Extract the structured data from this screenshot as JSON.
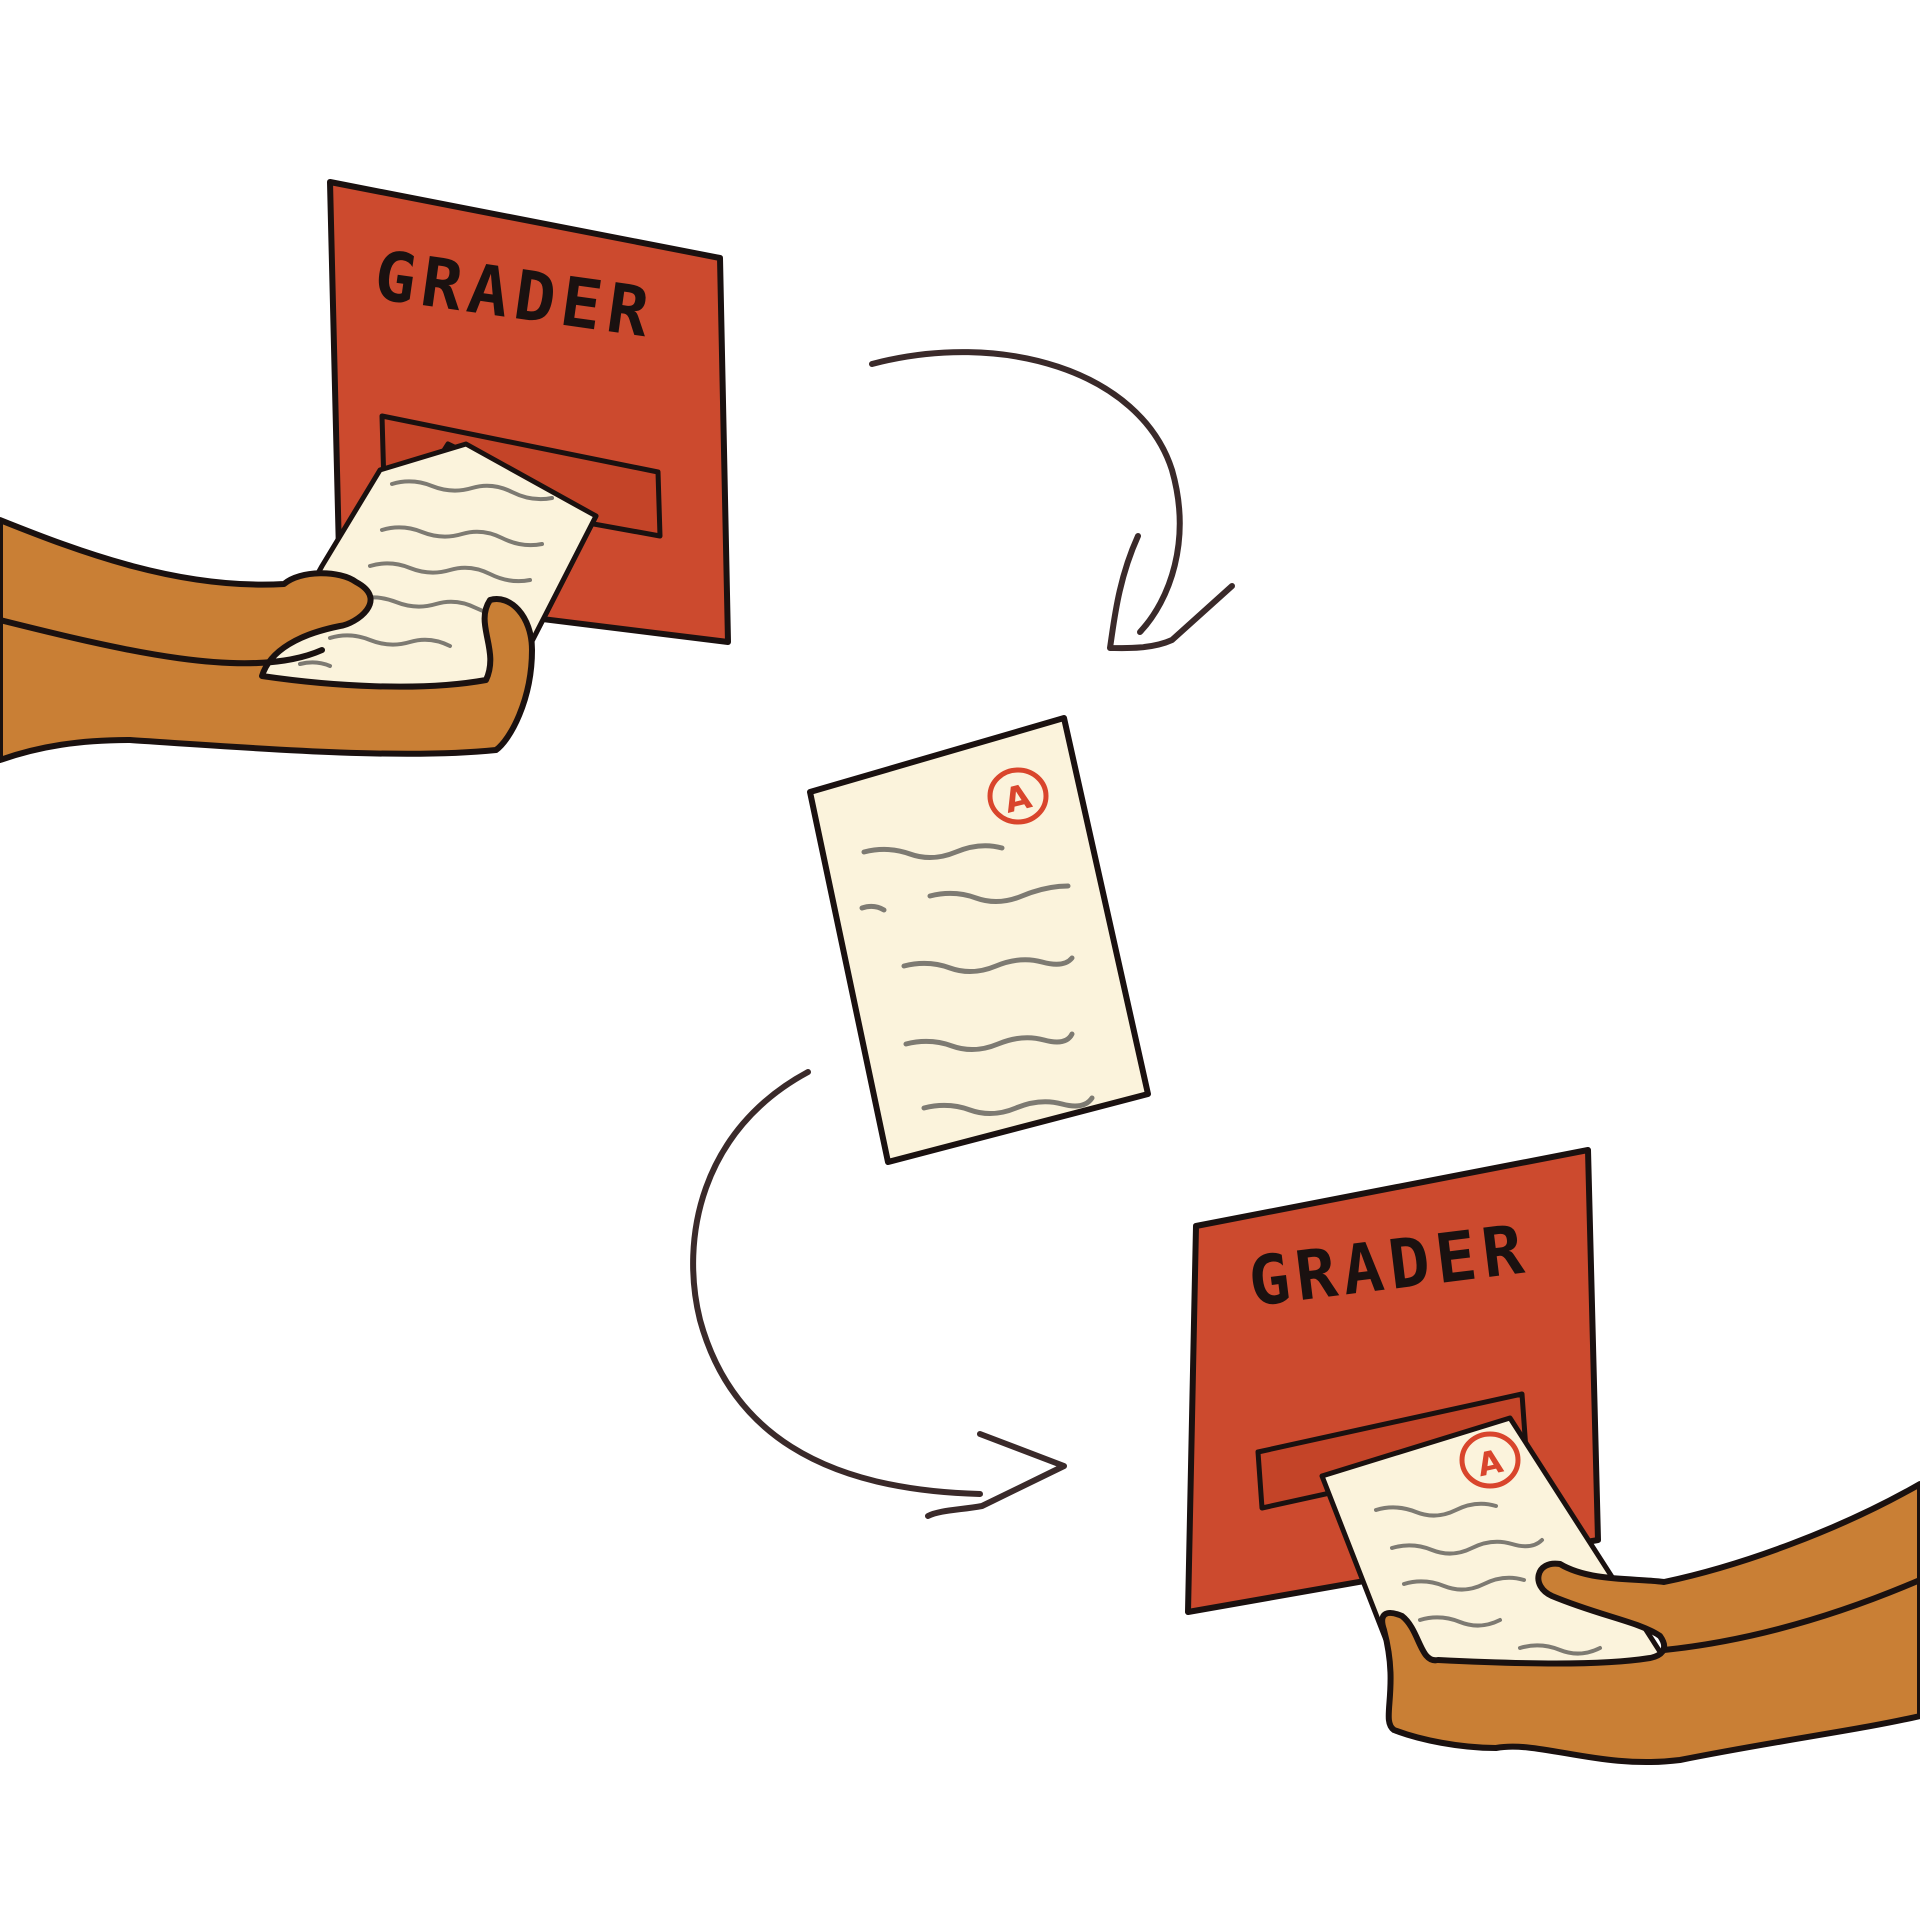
{
  "grader_top": {
    "label": "GRADER"
  },
  "grader_bottom": {
    "label": "GRADER"
  },
  "paper_middle": {
    "grade": "A"
  },
  "paper_bottom": {
    "grade": "A"
  },
  "colors": {
    "grader_box": "#cc4a2e",
    "outline": "#1a1110",
    "paper": "#fbf3dc",
    "skin": "#c97f35",
    "arrow": "#3a2a2a",
    "grade_ink": "#d9452c",
    "scribble": "#7d7a72"
  }
}
